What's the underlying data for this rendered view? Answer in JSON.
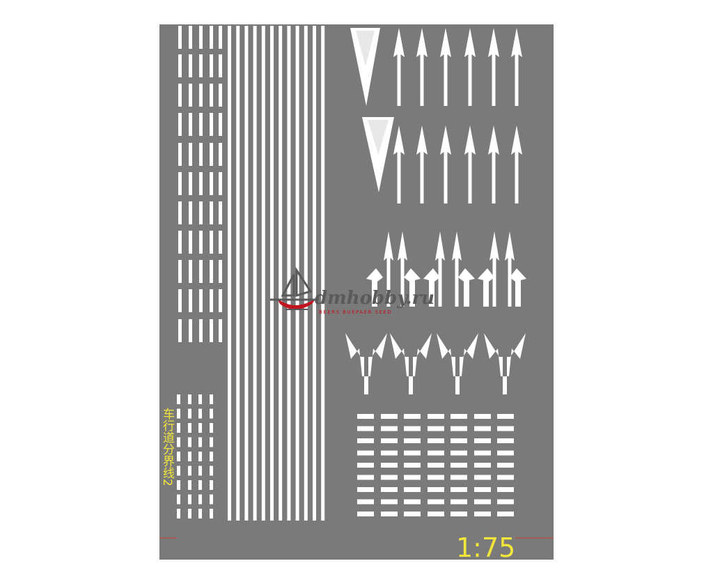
{
  "decal_sheet": {
    "background_color": "#7a7a7a",
    "marking_color": "#ffffff",
    "label_color": "#f2e63a",
    "guide_line_color": "#d23a3a",
    "vertical_label": "车行道分界线2",
    "scale": "1:75"
  },
  "watermark": {
    "text": "dmhobby.ru",
    "tagline": "BEERS BUEPAEB  SEED",
    "icon": "sailing-ship-icon",
    "text_color": "#5a5a5a",
    "accent_color": "#c0141e"
  }
}
